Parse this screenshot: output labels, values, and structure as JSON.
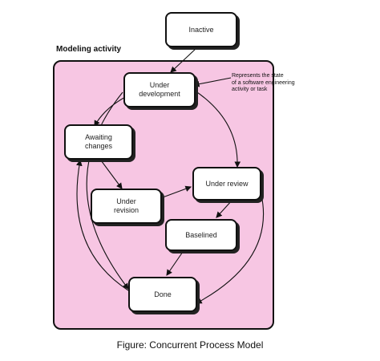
{
  "group_label": "Modeling activity",
  "states": {
    "inactive": "Inactive",
    "under_development": "Under\ndevelopment",
    "awaiting_changes": "Awaiting\nchanges",
    "under_revision": "Under\nrevision",
    "under_review": "Under review",
    "baselined": "Baselined",
    "done": "Done"
  },
  "note": "Represents the state\nof a software engineering\nactivity or task",
  "caption": "Figure: Concurrent Process Model"
}
